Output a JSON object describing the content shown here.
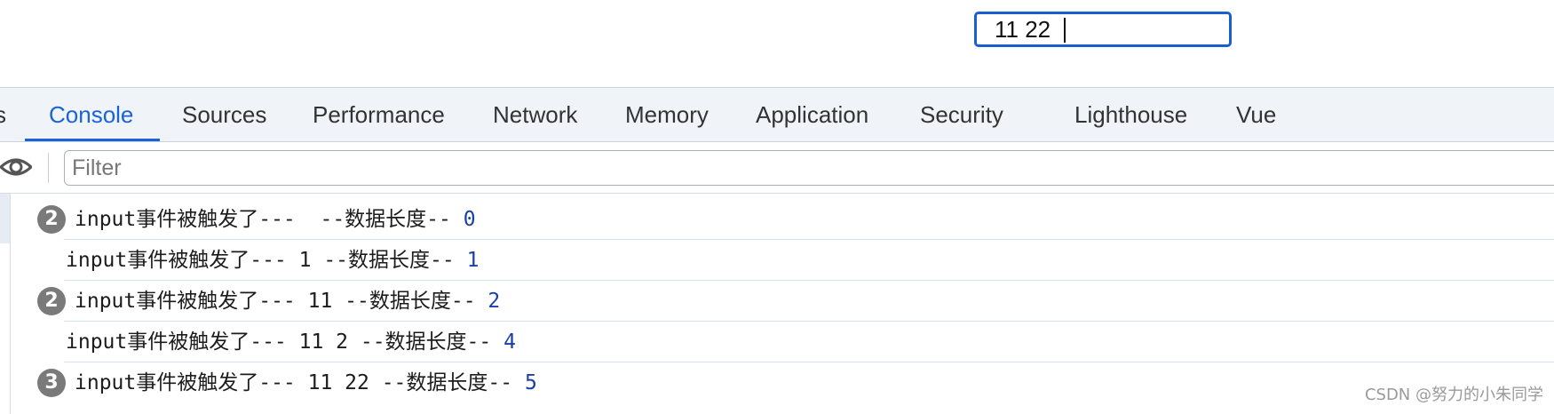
{
  "page": {
    "input_value": "11 22 "
  },
  "devtools": {
    "tabs": [
      {
        "label": "s"
      },
      {
        "label": "Console",
        "active": true
      },
      {
        "label": "Sources"
      },
      {
        "label": "Performance"
      },
      {
        "label": "Network"
      },
      {
        "label": "Memory"
      },
      {
        "label": "Application"
      },
      {
        "label": "Security"
      },
      {
        "label": "Lighthouse"
      },
      {
        "label": "Vue"
      }
    ],
    "filter": {
      "placeholder": "Filter",
      "value": ""
    }
  },
  "console": {
    "messages": [
      {
        "count": "2",
        "text": "input事件被触发了---  --数据长度-- ",
        "length": "0"
      },
      {
        "count": "",
        "text": "input事件被触发了--- 1 --数据长度-- ",
        "length": "1"
      },
      {
        "count": "2",
        "text": "input事件被触发了--- 11 --数据长度-- ",
        "length": "2"
      },
      {
        "count": "",
        "text": "input事件被触发了--- 11 2 --数据长度-- ",
        "length": "4"
      },
      {
        "count": "3",
        "text": "input事件被触发了--- 11 22 --数据长度-- ",
        "length": "5"
      }
    ]
  },
  "watermark": "CSDN @努力的小朱同学",
  "colors": {
    "accent": "#1a63d6",
    "input_border": "#1a5fd0",
    "number": "#1a3fa8",
    "badge": "#7a7a7a",
    "tabbar_bg": "#f0f3f8"
  }
}
